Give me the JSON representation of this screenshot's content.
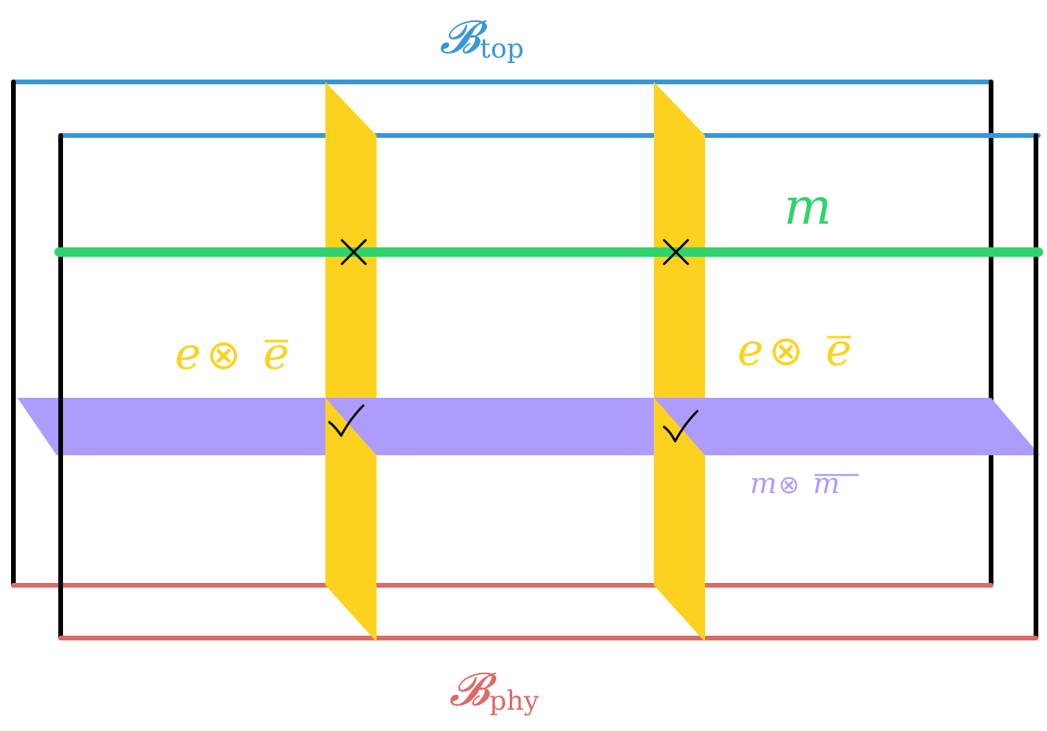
{
  "colors": {
    "top_boundary": "#3a96d6",
    "phy_boundary": "#dc6a6a",
    "m_line": "#2fd36e",
    "yellow_wall": "#fdd21f",
    "purple_sheet": "#ae9cfd",
    "frame": "#000000"
  },
  "labels": {
    "top": {
      "main": "𝓑",
      "sub": "top"
    },
    "phy": {
      "main": "𝓑",
      "sub": "phy"
    },
    "m": "m",
    "e_left": {
      "e": "e",
      "otimes": "⊗",
      "ebar": "e"
    },
    "e_right": {
      "e": "e",
      "otimes": "⊗",
      "ebar": "e"
    },
    "mm": {
      "m": "m",
      "otimes": "⊗",
      "mbar": "m"
    },
    "cross_mark": "×",
    "check_mark": "✓"
  },
  "icons": {
    "cross": "x-mark-icon",
    "check": "check-mark-icon"
  }
}
